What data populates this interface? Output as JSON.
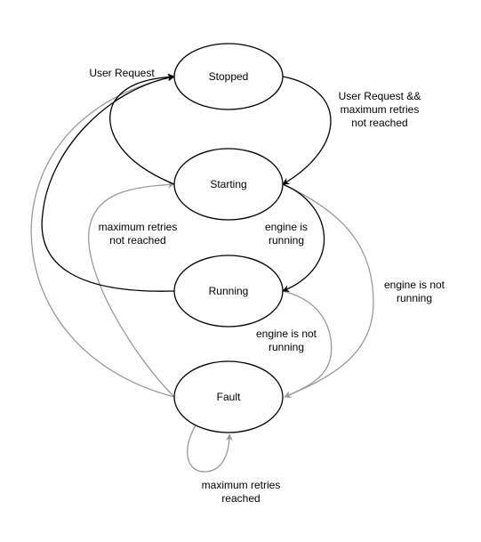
{
  "states": {
    "stopped": "Stopped",
    "starting": "Starting",
    "running": "Running",
    "fault": "Fault"
  },
  "transitions": {
    "user_request": "User Request",
    "stopped_to_starting": [
      "User Request &&",
      "maximum retries",
      "not reached"
    ],
    "starting_to_running": [
      "engine is",
      "running"
    ],
    "starting_to_fault": [
      "engine is not",
      "running"
    ],
    "running_to_fault": [
      "engine is not",
      "running"
    ],
    "fault_to_starting": [
      "maximum retries",
      "not reached"
    ],
    "fault_self_loop": [
      "maximum retries",
      "reached"
    ]
  },
  "colors": {
    "primary_edge": "#000000",
    "secondary_edge": "#999999"
  }
}
